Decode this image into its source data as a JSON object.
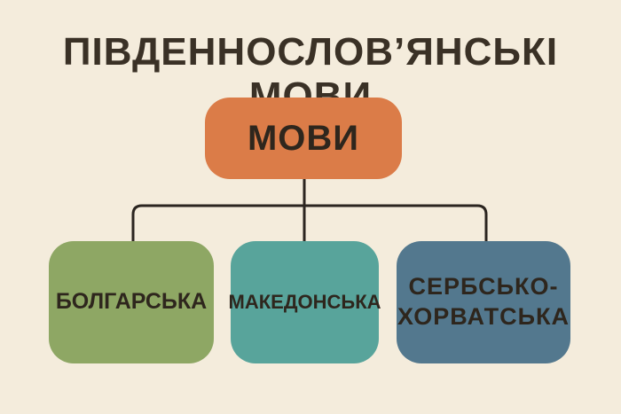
{
  "title": "ПІВДЕННОСЛОВ’ЯНСЬКІ МОВИ",
  "root": {
    "label": "МОВИ"
  },
  "children": [
    {
      "label": "БОЛГАРСЬКА"
    },
    {
      "label": "МАКЕДОНСЬКА"
    },
    {
      "label": "СЕРБСЬКО-\nХОРВАТСЬКА"
    }
  ],
  "colors": {
    "background": "#f4ecdc",
    "root": "#db7c48",
    "bulgarian": "#8ea764",
    "macedonian": "#58a49b",
    "serbo_croatian": "#53788e",
    "line": "#2b2520"
  }
}
